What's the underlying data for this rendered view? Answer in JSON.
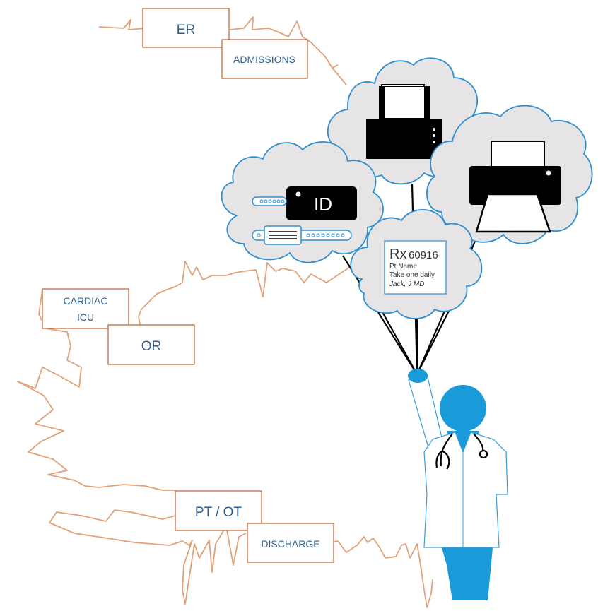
{
  "departments": {
    "er": "ER",
    "admissions": "ADMISSIONS",
    "cardiac_line1": "CARDIAC",
    "cardiac_line2": "ICU",
    "or": "OR",
    "pt_ot": "PT / OT",
    "discharge": "DISCHARGE"
  },
  "id_card": {
    "label": "ID"
  },
  "prescription": {
    "rx_symbol": "Rx",
    "rx_number": "60916",
    "line1": "Pt Name",
    "line2": "Take one daily",
    "signature": "Jack, J MD"
  },
  "colors": {
    "path": "#e0a27a",
    "label_box_border": "#c0622b",
    "label_text": "#2e5f8f",
    "cloud_fill": "#e6e4e4",
    "cloud_stroke": "#2e8fd0",
    "clinician_blue": "#1a9ad8",
    "coat_stroke": "#3a9bd5",
    "device_black": "#000000"
  },
  "icons": [
    "wristband-icon",
    "id-card-icon",
    "fax-machine-icon",
    "printer-icon",
    "prescription-icon",
    "stethoscope-icon",
    "clinician-figure"
  ]
}
